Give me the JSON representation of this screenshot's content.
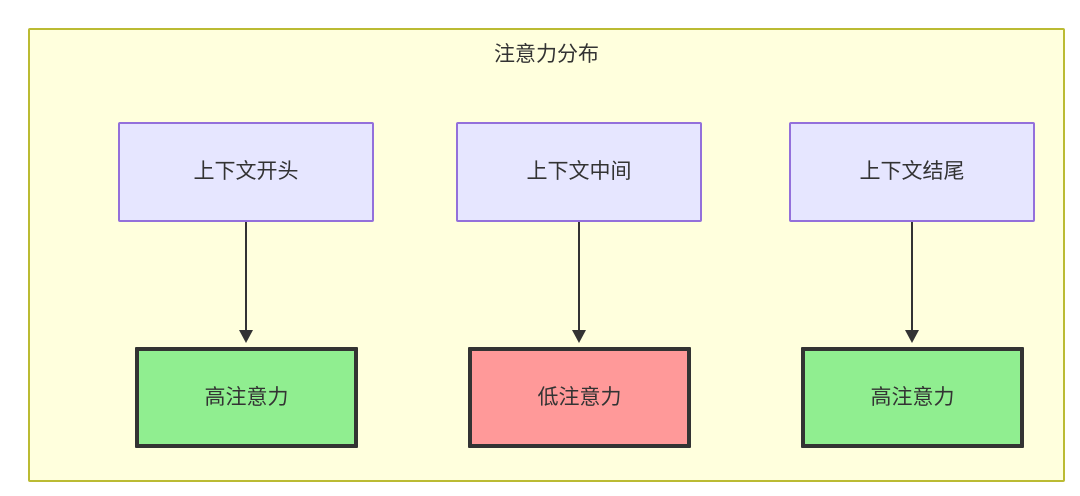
{
  "diagram": {
    "title": "注意力分布",
    "container": {
      "name": "attention-distribution-subgraph",
      "fill_color": "#ffffdd",
      "border_color": "#bbbb33"
    },
    "context_nodes": [
      {
        "id": "context-start",
        "label": "上下文开头",
        "fill_color": "#e6e6ff",
        "border_color": "#9370db"
      },
      {
        "id": "context-middle",
        "label": "上下文中间",
        "fill_color": "#e6e6ff",
        "border_color": "#9370db"
      },
      {
        "id": "context-end",
        "label": "上下文结尾",
        "fill_color": "#e6e6ff",
        "border_color": "#9370db"
      }
    ],
    "attention_nodes": [
      {
        "id": "attention-high-start",
        "label": "高注意力",
        "fill_color": "#90ee90",
        "border_color": "#333333"
      },
      {
        "id": "attention-low-middle",
        "label": "低注意力",
        "fill_color": "#ff9999",
        "border_color": "#333333"
      },
      {
        "id": "attention-high-end",
        "label": "高注意力",
        "fill_color": "#90ee90",
        "border_color": "#333333"
      }
    ],
    "edges": [
      {
        "from": "context-start",
        "to": "attention-high-start",
        "label": ""
      },
      {
        "from": "context-middle",
        "to": "attention-low-middle",
        "label": ""
      },
      {
        "from": "context-end",
        "to": "attention-high-end",
        "label": ""
      }
    ]
  }
}
